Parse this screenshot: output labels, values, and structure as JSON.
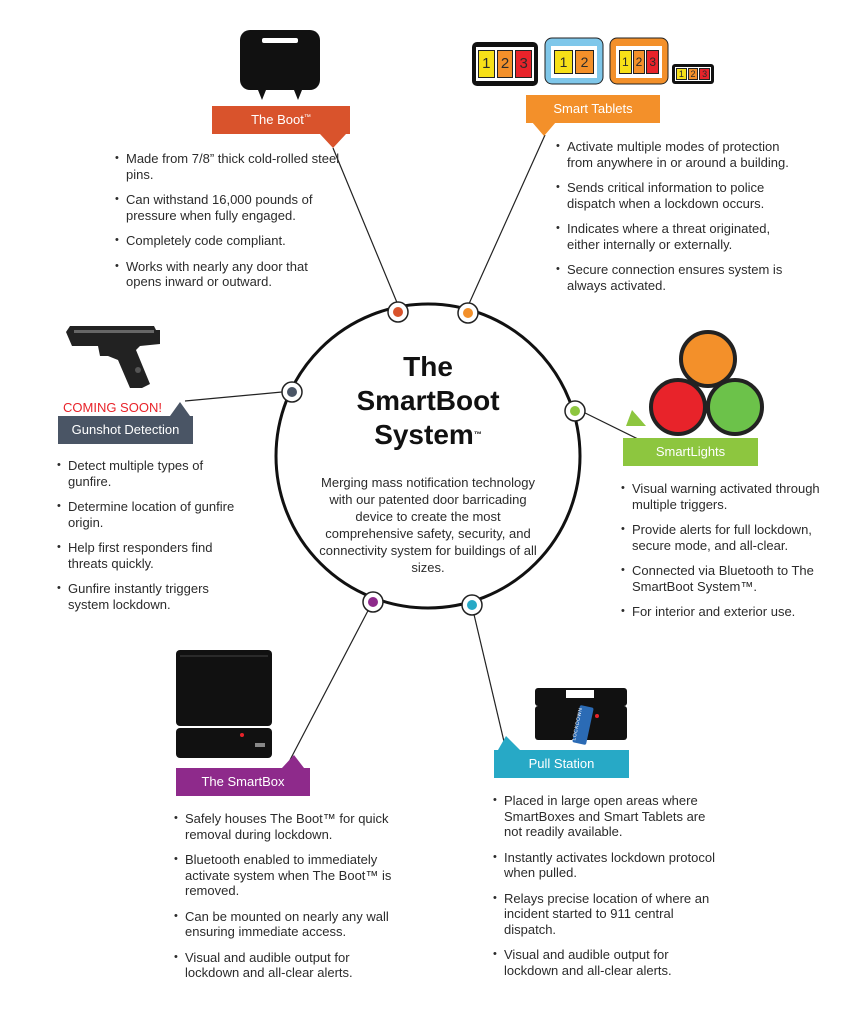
{
  "center": {
    "title_line1": "The",
    "title_line2": "SmartBoot",
    "title_line3": "System",
    "title_tm": "™",
    "description": "Merging mass notification technology with our patented door barricading device to create the most comprehensive safety, security, and connectivity system for buildings of all sizes."
  },
  "colors": {
    "boot": "#d9532c",
    "tablets": "#f3902a",
    "lights": "#8dc63f",
    "gunshot": "#4a5565",
    "smartbox": "#8e2a8b",
    "pull": "#27a9c6",
    "red": "#e8232a"
  },
  "boot": {
    "label": "The Boot",
    "tm": "™",
    "bullets": [
      "Made from 7/8” thick cold-rolled steel pins.",
      "Can withstand 16,000 pounds of pressure when fully engaged.",
      "Completely code compliant.",
      "Works with nearly any door that opens inward or outward."
    ]
  },
  "tablets": {
    "label": "Smart Tablets",
    "screen_digits": [
      "1",
      "2",
      "3"
    ],
    "bullets": [
      "Activate multiple modes of protection from anywhere in or around a building.",
      "Sends critical information to police dispatch when a lockdown occurs.",
      "Indicates where a threat originated, either internally or externally.",
      "Secure connection ensures system is always activated."
    ]
  },
  "lights": {
    "label": "SmartLights",
    "bullets": [
      "Visual warning activated through multiple triggers.",
      "Provide alerts for full lockdown, secure mode, and all-clear.",
      "Connected via Bluetooth to The SmartBoot System™.",
      "For interior and exterior use."
    ]
  },
  "gunshot": {
    "coming_soon": "COMING SOON!",
    "label": "Gunshot Detection",
    "bullets": [
      "Detect multiple types of gunfire.",
      "Determine location of gunfire origin.",
      "Help first responders find threats quickly.",
      "Gunfire instantly triggers system lockdown."
    ]
  },
  "smartbox": {
    "label": "The SmartBox",
    "bullets": [
      "Safely houses The Boot™ for quick removal during lockdown.",
      "Bluetooth enabled to immediately activate system when The Boot™ is removed.",
      "Can be mounted on nearly any wall ensuring immediate access.",
      "Visual and audible output for lockdown and all-clear alerts."
    ]
  },
  "pull": {
    "label": "Pull Station",
    "handle_text": "LOCKDOWN",
    "bullets": [
      "Placed in large open areas where SmartBoxes and Smart Tablets are not readily available.",
      "Instantly activates lockdown protocol when pulled.",
      "Relays precise location of where an incident started to 911 central dispatch.",
      "Visual and audible output for lockdown and all-clear alerts."
    ]
  }
}
